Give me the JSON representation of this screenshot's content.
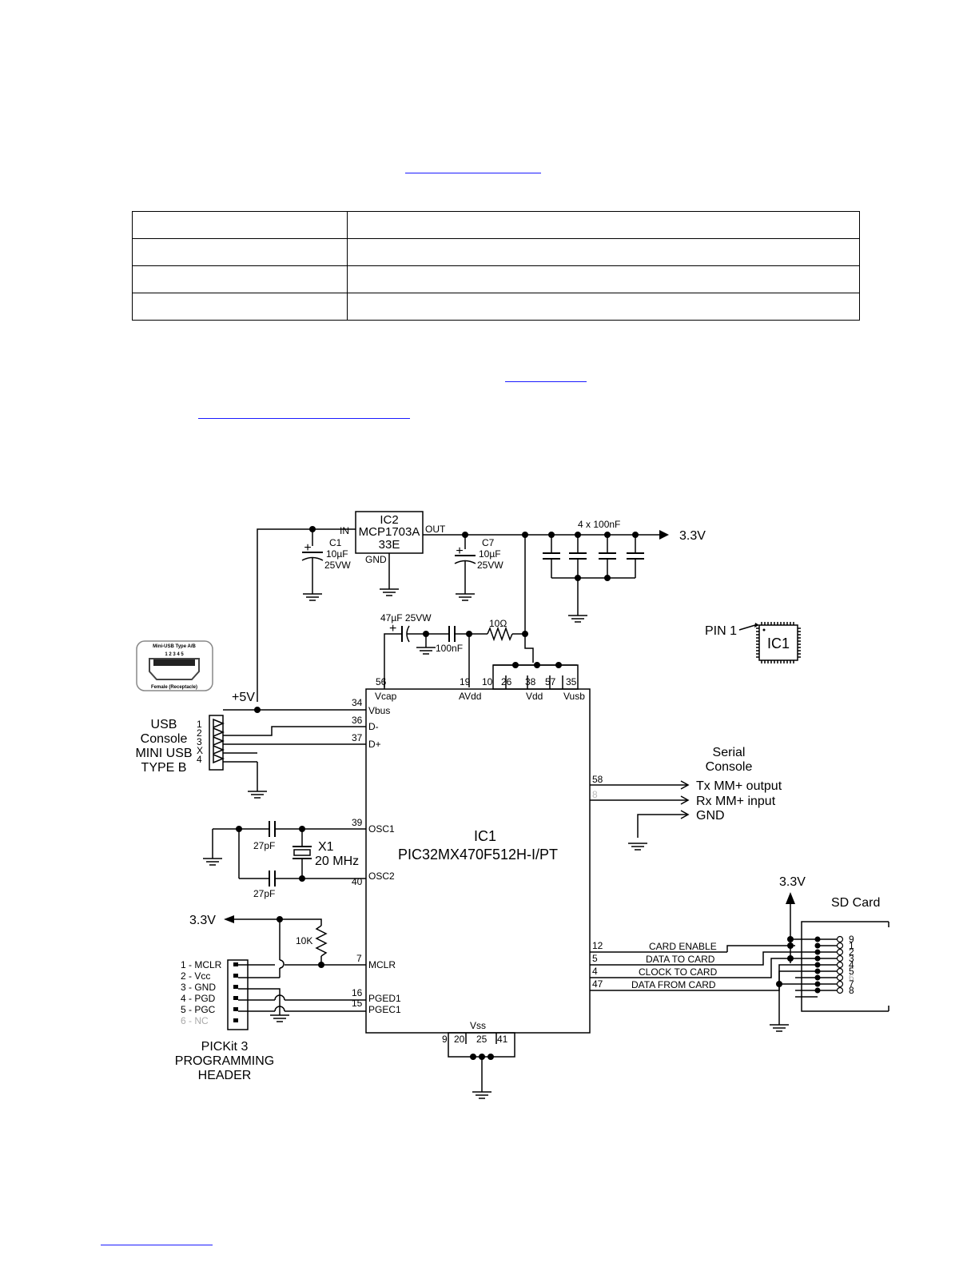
{
  "links": [
    "",
    "",
    "",
    ""
  ],
  "table": {
    "rows": [
      [
        "",
        ""
      ],
      [
        "",
        ""
      ],
      [
        "",
        ""
      ],
      [
        "",
        ""
      ]
    ]
  },
  "schematic": {
    "regulator": {
      "ref": "IC2",
      "part": "MCP1703A",
      "marking": "33E",
      "pin_in": "IN",
      "pin_out": "OUT",
      "pin_gnd": "GND"
    },
    "c1": {
      "ref": "C1",
      "value": "10µF",
      "rating": "25VW"
    },
    "c7": {
      "ref": "C7",
      "value": "10µF",
      "rating": "25VW"
    },
    "decoupling": "4 x 100nF",
    "rail_3v3": "3.3V",
    "rail_5v": "+5V",
    "vcap_cap": "47µF 25VW",
    "avdd_cap": "100nF",
    "avdd_res": "10Ω",
    "pin1_label": "PIN 1",
    "ic1_chip_label": "IC1",
    "mcu": {
      "ref": "IC1",
      "part": "PIC32MX470F512H-I/PT"
    },
    "mcu_pins": {
      "vcap": "Vcap",
      "avdd": "AVdd",
      "vdd": "Vdd",
      "vusb": "Vusb",
      "vbus": "Vbus",
      "dminus": "D-",
      "dplus": "D+",
      "osc1": "OSC1",
      "osc2": "OSC2",
      "mclr": "MCLR",
      "pged1": "PGED1",
      "pgec1": "PGEC1",
      "vss": "Vss"
    },
    "pin_numbers": {
      "p56": "56",
      "p19": "19",
      "p10": "10",
      "p26": "26",
      "p38": "38",
      "p57": "57",
      "p35": "35",
      "p34": "34",
      "p36": "36",
      "p37": "37",
      "p39": "39",
      "p40": "40",
      "p7": "7",
      "p16": "16",
      "p15": "15",
      "p58": "58",
      "p8": "8",
      "p12": "12",
      "p5": "5",
      "p4": "4",
      "p47": "47",
      "p9": "9",
      "p20": "20",
      "p25": "25",
      "p41": "41"
    },
    "usb_icon": {
      "title": "Mini-USB Type A/B",
      "pins": "1  2  3  4  5",
      "caption": "Female (Receptacle)"
    },
    "usb_connector": {
      "line1": "USB",
      "line2": "Console",
      "line3": "MINI USB",
      "line4": "TYPE B",
      "pins": [
        "1",
        "2",
        "3",
        "X",
        "4"
      ]
    },
    "crystal": {
      "ref": "X1",
      "freq": "20 MHz",
      "cap_top": "27pF",
      "cap_bottom": "27pF"
    },
    "mclr_res": "10K",
    "serial": {
      "title1": "Serial",
      "title2": "Console",
      "tx": "Tx  MM+ output",
      "rx": "Rx MM+ input",
      "gnd": "GND"
    },
    "sd": {
      "title": "SD Card",
      "rail": "3.3V",
      "pins": [
        "9",
        "1",
        "2",
        "3",
        "4",
        "5",
        "6",
        "7",
        "8"
      ]
    },
    "sd_signals": {
      "enable": "CARD ENABLE",
      "data_to": "DATA TO CARD",
      "clock": "CLOCK TO CARD",
      "data_from": "DATA FROM CARD"
    },
    "pickit": {
      "pins": [
        "1 - MCLR",
        "2 - Vcc",
        "3 - GND",
        "4 - PGD",
        "5 - PGC",
        "6 - NC"
      ],
      "title1": "PICKit 3",
      "title2": "PROGRAMMING",
      "title3": "HEADER",
      "rail": "3.3V"
    }
  }
}
